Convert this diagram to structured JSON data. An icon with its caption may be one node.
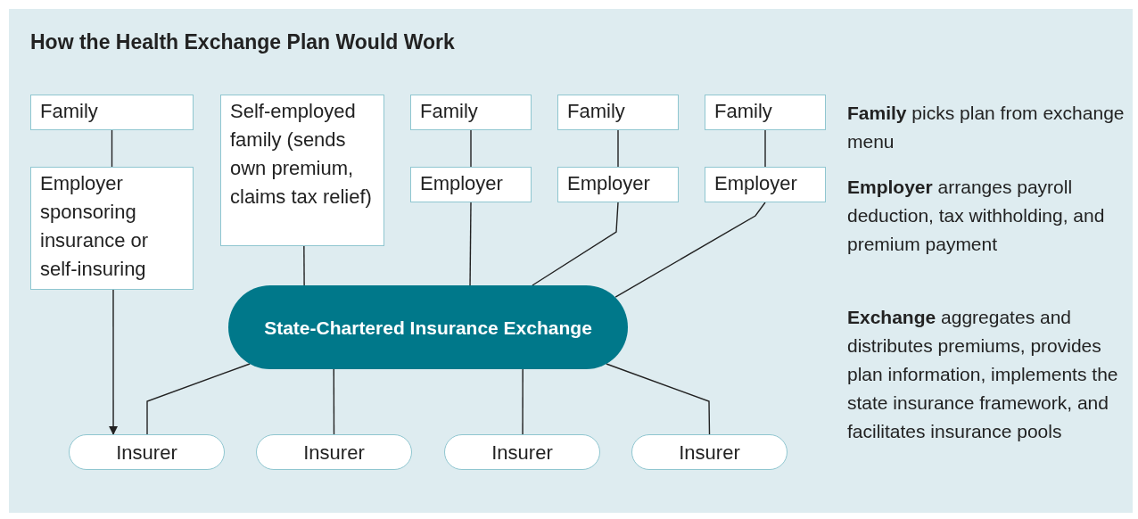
{
  "diagram": {
    "title": "How the Health Exchange Plan Would Work",
    "nodes": [
      {
        "text": [
          "Family"
        ]
      },
      {
        "text": [
          "Employer sponsoring insurance or self-insuring"
        ]
      },
      {
        "text": [
          "Self-employed family (sends own premium, claims tax relief)"
        ]
      },
      {
        "text": [
          "Family"
        ]
      },
      {
        "text": [
          "Employer"
        ]
      },
      {
        "text": [
          "Family"
        ]
      },
      {
        "text": [
          "Employer"
        ]
      },
      {
        "text": [
          "Family"
        ]
      },
      {
        "text": [
          "Employer"
        ]
      },
      {
        "text": [
          "State-Chartered Insurance Exchange"
        ]
      },
      {
        "text": [
          "Insurer"
        ]
      },
      {
        "text": [
          "Insurer"
        ]
      },
      {
        "text": [
          "Insurer"
        ]
      },
      {
        "text": [
          "Insurer"
        ]
      }
    ],
    "edges": [
      {
        "from": 0,
        "to": 1,
        "arrow": "none"
      },
      {
        "from": 1,
        "to": 10,
        "arrow": "to"
      },
      {
        "from": 2,
        "to": 9,
        "arrow": "none"
      },
      {
        "from": 3,
        "to": 4,
        "arrow": "none"
      },
      {
        "from": 4,
        "to": 9,
        "arrow": "none"
      },
      {
        "from": 5,
        "to": 6,
        "arrow": "none"
      },
      {
        "from": 6,
        "to": 9,
        "arrow": "none"
      },
      {
        "from": 7,
        "to": 8,
        "arrow": "none"
      },
      {
        "from": 8,
        "to": 9,
        "arrow": "none"
      },
      {
        "from": 9,
        "to": 10,
        "arrow": "none"
      },
      {
        "from": 9,
        "to": 11,
        "arrow": "none"
      },
      {
        "from": 9,
        "to": 12,
        "arrow": "none"
      },
      {
        "from": 9,
        "to": 13,
        "arrow": "none"
      }
    ],
    "labels": [
      "**Family** picks plan from exchange menu",
      "**Employer** arranges payroll deduction, tax withholding, and premium payment",
      "**Exchange** aggregates and distributes premiums, provides plan information, implements the state insurance framework, and facilitates insurance pools"
    ]
  }
}
